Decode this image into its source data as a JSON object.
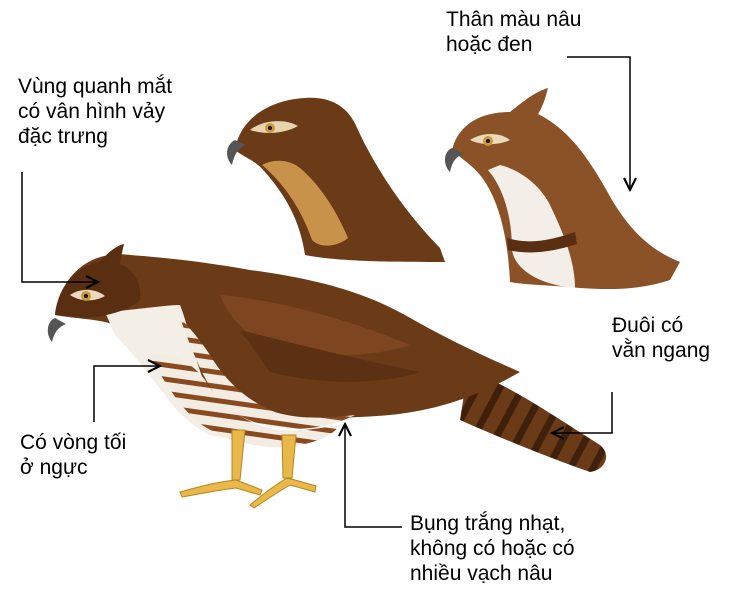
{
  "labels": {
    "eye": [
      "Vùng quanh mắt",
      "có vân hình vảy",
      "đặc trưng"
    ],
    "body_color": [
      "Thân màu nâu",
      "hoặc đen"
    ],
    "tail": [
      "Đuôi có",
      "vằn ngang"
    ],
    "chest": [
      "Có vòng tối",
      "ở ngực"
    ],
    "belly": [
      "Bụng trắng nhạt,",
      "không có hoặc có",
      "nhiều vạch nâu"
    ]
  },
  "colors": {
    "plumage_brown": "#6b3a17",
    "plumage_dark": "#4a260e",
    "buff": "#c8924a",
    "white_feather": "#f4efe6",
    "legs": "#e8b84a",
    "leader_line": "#000000"
  }
}
